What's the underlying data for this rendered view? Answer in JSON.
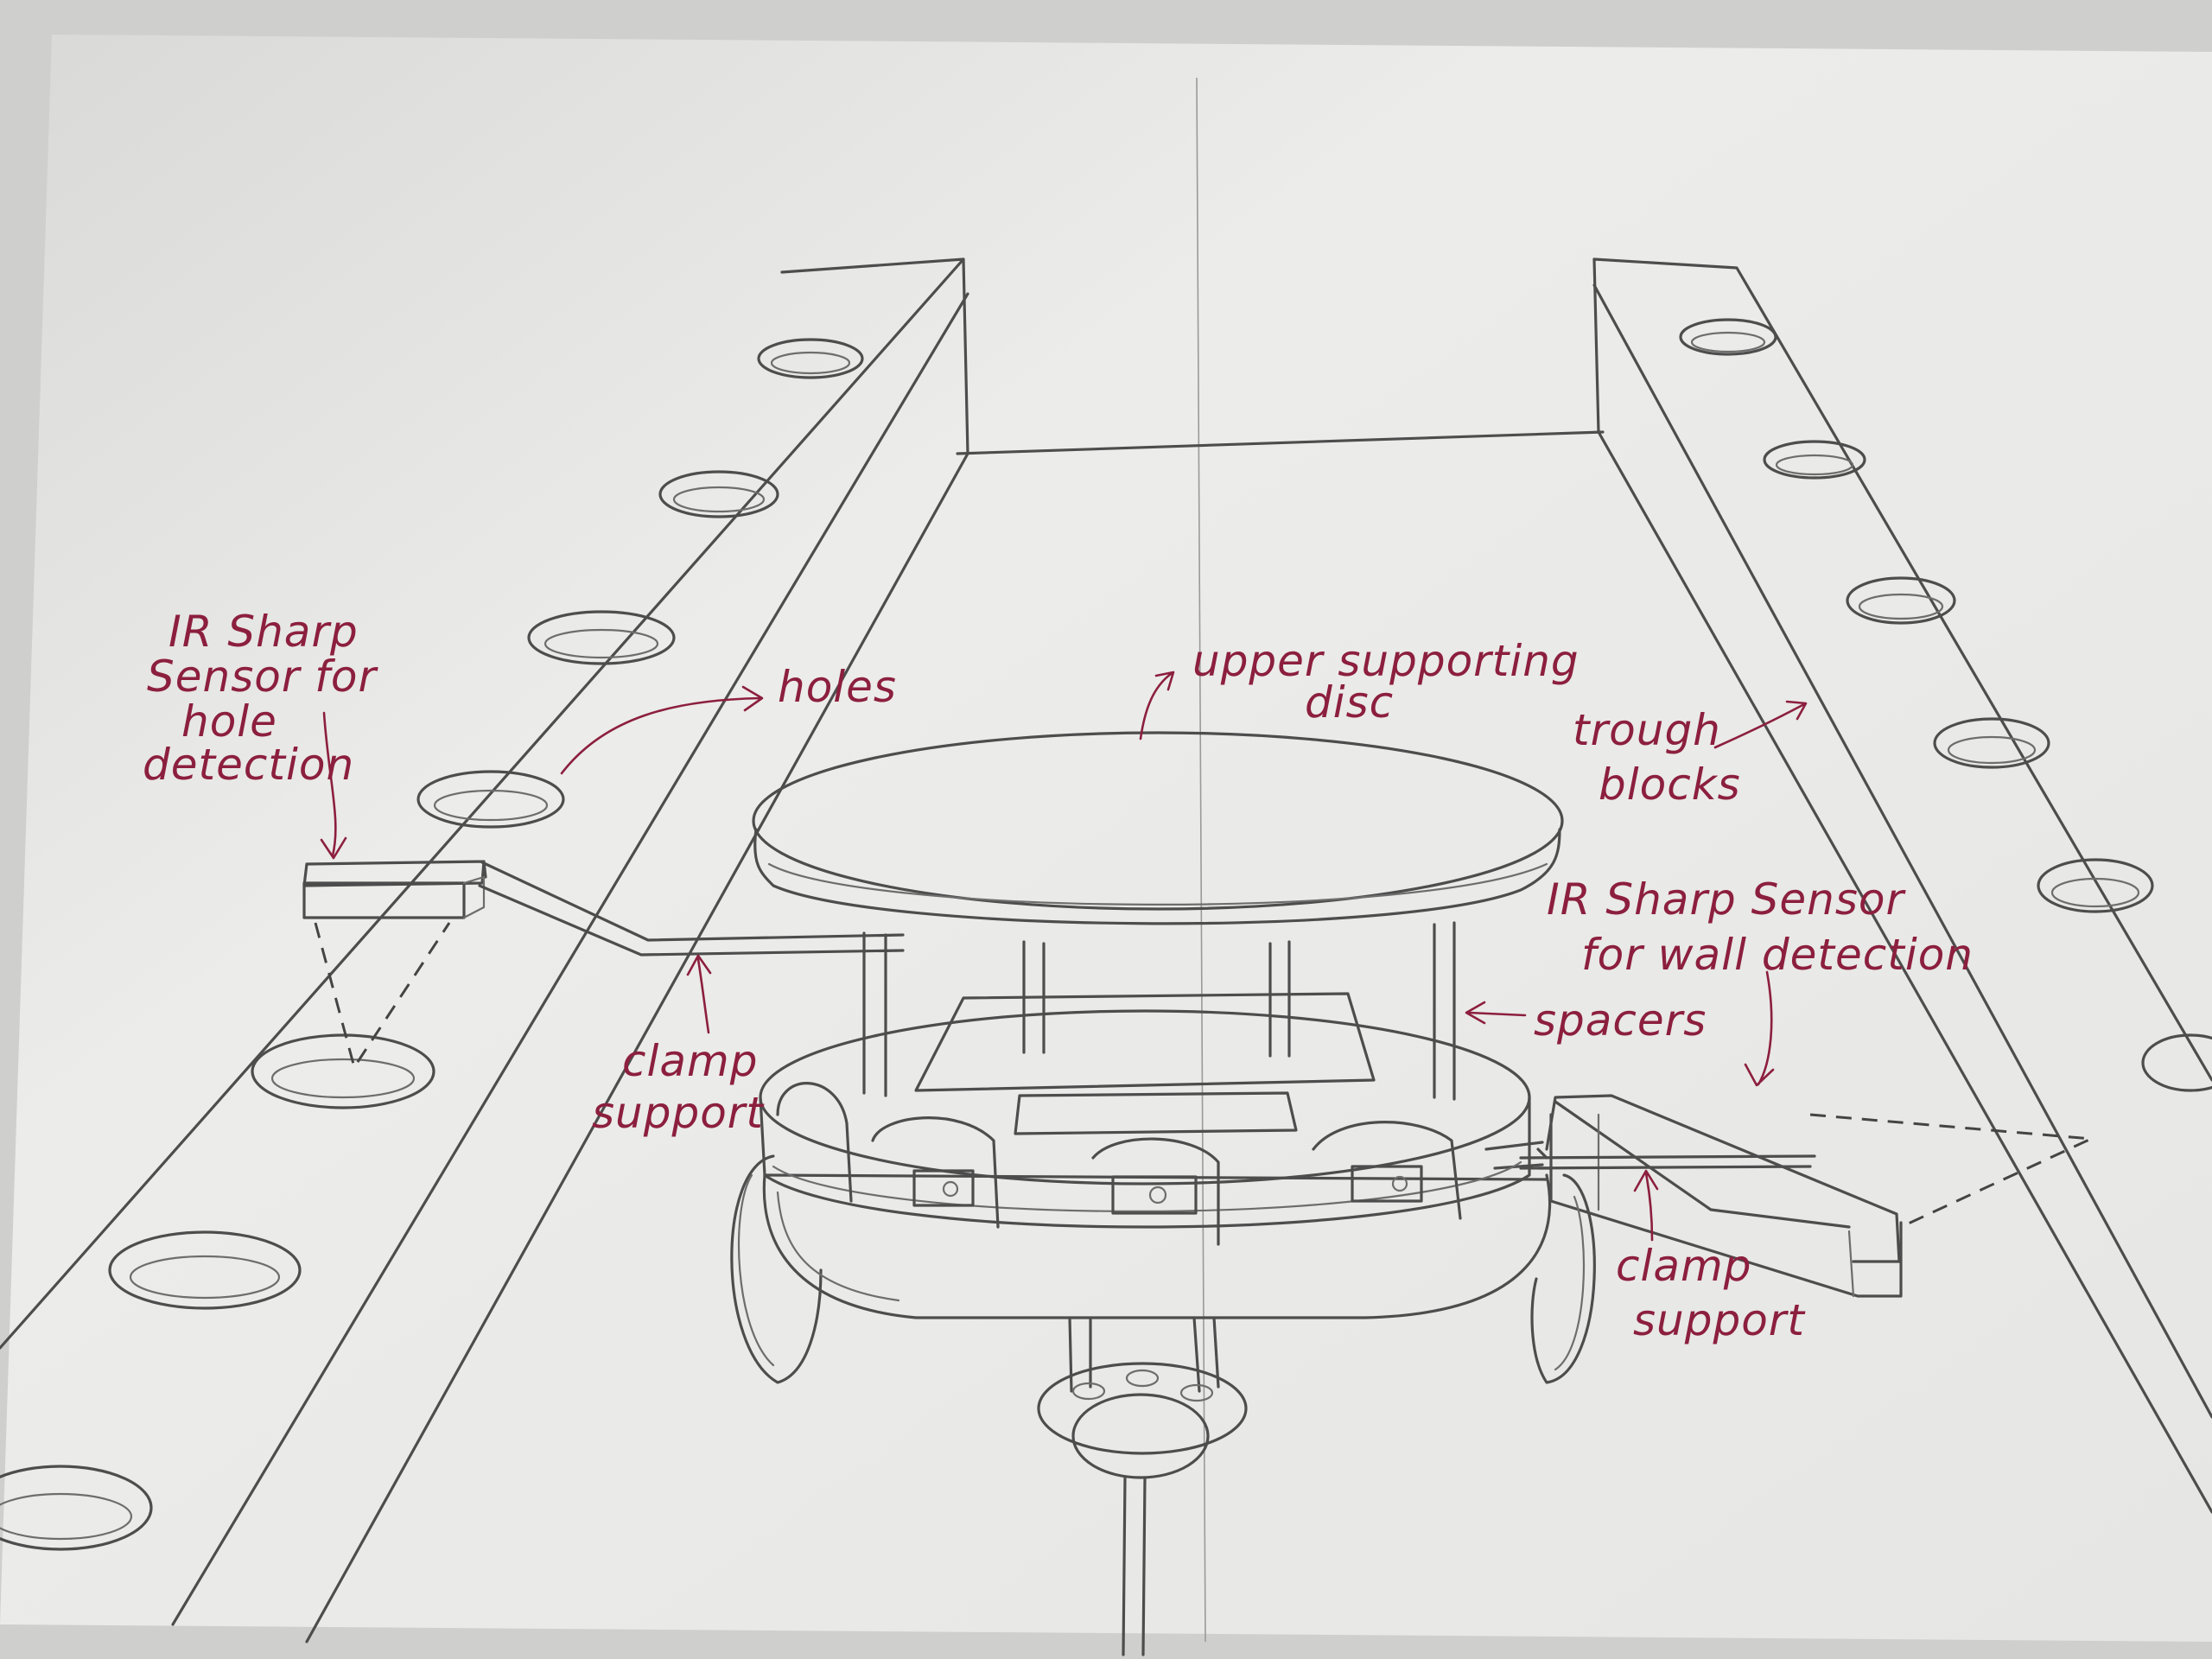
{
  "labels": {
    "ir_sensor_hole": [
      "IR Sharp",
      "Sensor for",
      "hole",
      "detection"
    ],
    "holes": "holes",
    "upper_disc": [
      "upper supporting",
      "disc"
    ],
    "trough_blocks": [
      "trough",
      "blocks"
    ],
    "ir_sensor_wall": [
      "IR Sharp Sensor",
      "for wall detection"
    ],
    "spacers": "spacers",
    "clamp_support_left": [
      "clamp",
      "support"
    ],
    "clamp_support_right": [
      "clamp",
      "support"
    ]
  },
  "colors": {
    "paper": "#efefed",
    "pencil": "#4d4d4d",
    "ink": "#8c1f3e"
  }
}
